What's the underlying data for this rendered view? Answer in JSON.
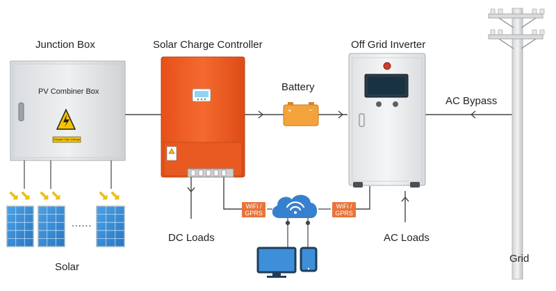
{
  "labels": {
    "junction_box": "Junction Box",
    "charge_controller": "Solar Charge Controller",
    "inverter": "Off Grid Inverter",
    "battery": "Battery",
    "ac_bypass": "AC Bypass",
    "pv_combiner": "PV Combiner Box",
    "dc_loads": "DC Loads",
    "ac_loads": "AC Loads",
    "solar": "Solar",
    "grid": "Grid",
    "wifi_left": "WiFi / GPRS",
    "wifi_right": "WiFi / GPRS",
    "ellipsis": "......",
    "danger_label": "Danger! High Voltage"
  },
  "colors": {
    "controller": "#f05a22",
    "controller_dark": "#d84a15",
    "inverter": "#e9ecee",
    "junction": "#e3e5e7",
    "battery": "#f2a13a",
    "wire": "#444444",
    "panel": "#3a8fd6",
    "wifi_tag": "#e8733a",
    "cloud": "#2f79c9"
  }
}
